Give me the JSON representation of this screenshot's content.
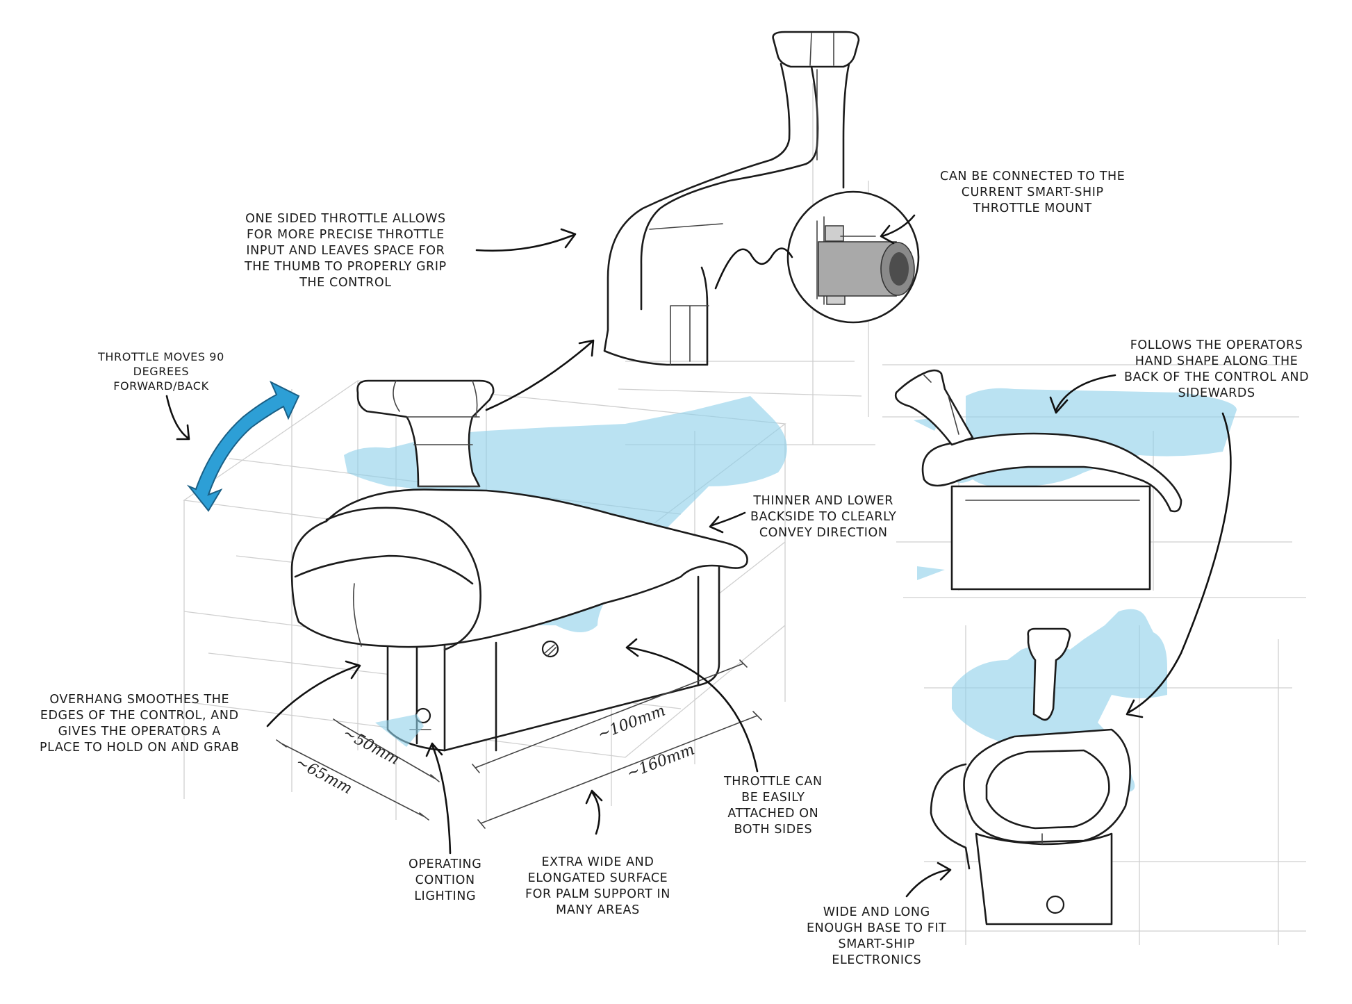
{
  "colors": {
    "hand_overlay": "#8fd0ea",
    "motion_arrow": "#2d9fd6",
    "ink": "#1b1b1b",
    "guide": "#cfcfcf",
    "connector_grey": "#9a9a9a"
  },
  "annotations": {
    "one_sided": [
      "ONE SIDED THROTTLE ALLOWS",
      "FOR MORE PRECISE THROTTLE",
      "INPUT AND LEAVES SPACE FOR",
      "THE THUMB TO PROPERLY GRIP",
      "THE CONTROL"
    ],
    "connected": [
      "CAN BE CONNECTED TO THE",
      "CURRENT SMART-SHIP",
      "THROTTLE MOUNT"
    ],
    "moves": [
      "THROTTLE MOVES 90",
      "DEGREES",
      "FORWARD/BACK"
    ],
    "follows": [
      "FOLLOWS THE OPERATORS",
      "HAND SHAPE ALONG THE",
      "BACK OF THE CONTROL AND",
      "SIDEWARDS"
    ],
    "thinner": [
      "THINNER AND LOWER",
      "BACKSIDE TO CLEARLY",
      "CONVEY DIRECTION"
    ],
    "overhang": [
      "OVERHANG SMOOTHES THE",
      "EDGES OF THE CONTROL, AND",
      "GIVES THE OPERATORS A",
      "PLACE TO HOLD ON AND GRAB"
    ],
    "attached": [
      "THROTTLE CAN",
      "BE EASILY",
      "ATTACHED ON",
      "BOTH SIDES"
    ],
    "lighting": [
      "OPERATING",
      "CONTION",
      "LIGHTING"
    ],
    "surface": [
      "EXTRA WIDE AND",
      "ELONGATED SURFACE",
      "FOR PALM SUPPORT IN",
      "MANY AREAS"
    ],
    "base": [
      "WIDE AND LONG",
      "ENOUGH BASE TO FIT",
      "SMART-SHIP",
      "ELECTRONICS"
    ]
  },
  "dimensions": {
    "width_50": "~50mm",
    "depth_65": "~65mm",
    "length_100": "~100mm",
    "length_160": "~160mm"
  },
  "icons": [
    "motion-double-arrow-icon",
    "connector-icon"
  ]
}
